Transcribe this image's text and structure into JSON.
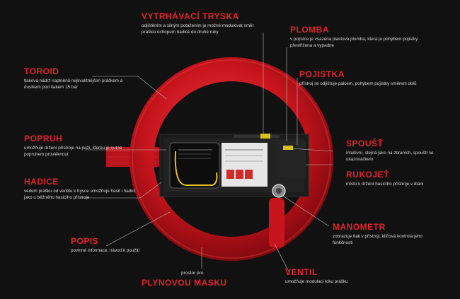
{
  "labels": {
    "vytrhavaci_tryska": {
      "title": "VYTRHÁVACÍ TRYSKA",
      "text": "odjištěním a silným potažením je možné modulovat směr práškiu úchopem hadice do druhé ruky"
    },
    "plomba": {
      "title": "PLOMBA",
      "text": "v pojistce je vsazena plastová plomba, která je pohybem pojistky přestřižena a vypadne"
    },
    "toroid": {
      "title": "TOROID",
      "text": "tlaková nádrž naplněná nejkvalitnějším práškem a dusíkem pod tlakem 15 bar"
    },
    "pojistka": {
      "title": "POJISTKA",
      "text": "přístroj se odjišťuje palcem, pohybem pojistky směrem dolů"
    },
    "popruh": {
      "title": "POPRUH",
      "text": "umožňuje držení přístroje na paži, kterou je nutné popruhem provléknout"
    },
    "spoust": {
      "title": "SPOUŠŤ",
      "text": "intuitivní, stejná jako na zbraních, spouští se ukazováčkem"
    },
    "rukojet": {
      "title": "RUKOJEŤ",
      "text": "místo k  držení hasicího přístroje v dlani"
    },
    "hadice": {
      "title": "HADICE",
      "text": "vedení prášku od ventilu k trysce umožňuje hasit i hadicí jako u běžného hasicího přístroje"
    },
    "manometr": {
      "title": "MANOMETR",
      "text": "zobrazuje tlak v přístroji, klíčová kontrola jeho funkčnosti"
    },
    "popis": {
      "title": "POPIS",
      "text": "povinné informace, návod k použití"
    },
    "ventil": {
      "title": "VENTIL",
      "text": "umožňuje modulaci toku prášku"
    },
    "prostor": {
      "text": "prostor pro",
      "title": "PLYNOVOU MASKU"
    }
  },
  "colors": {
    "background": "#111111",
    "accent": "#e0262d",
    "ring": "#c8141c",
    "text": "#d8d8d8"
  }
}
